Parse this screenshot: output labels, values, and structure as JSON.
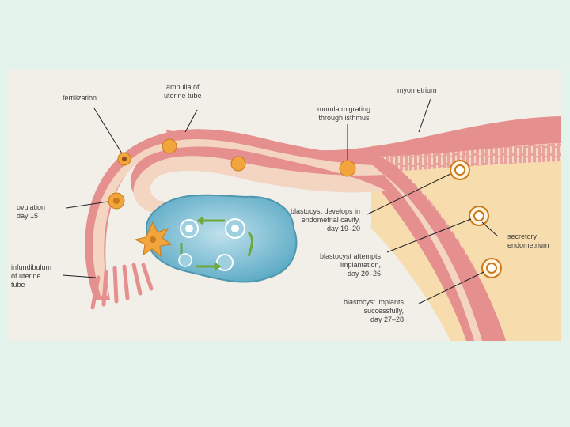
{
  "figure": {
    "labels": {
      "fertilization": "fertilization",
      "ampulla": "ampulla of\nuterine tube",
      "myometrium": "myometrium",
      "morula": "morula migrating\nthrough isthmus",
      "ovulation": "ovulation\nday 15",
      "infundibulum": "infundibulum\nof uterine\ntube",
      "develops": "blastocyst develops in\nendometrial cavity,\nday 19–20",
      "attempts": "blastocyst attempts\nimplantation,\nday 20–26",
      "implants": "blastocyst implants\nsuccessfully,\nday 27–28",
      "secretory": "secretory\nendometrium"
    },
    "colors": {
      "background": "#e3f3ec",
      "tube_wall": "#e58f8f",
      "tube_lumen": "#f3d5c2",
      "uterus_tissue": "#f7dcae",
      "ovary": "#84c2d7",
      "embryo": "#f2a53c",
      "arrow_green": "#6fa83a"
    }
  }
}
